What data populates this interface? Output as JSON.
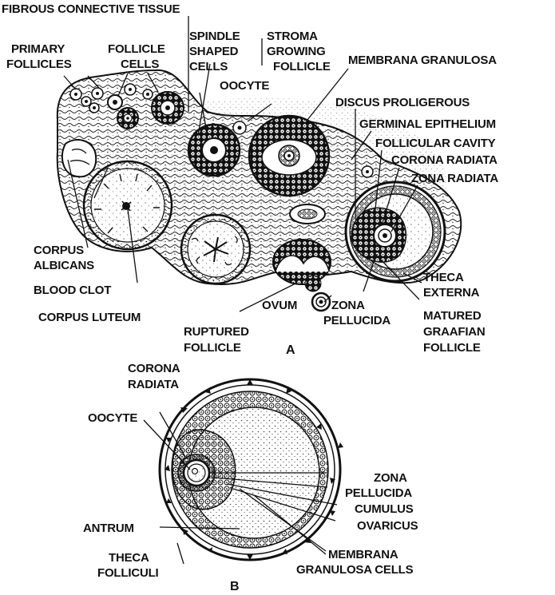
{
  "figure_a": {
    "tag": "A",
    "labels": {
      "fibrous_connective_tissue": "FIBROUS CONNECTIVE TISSUE",
      "primary_follicles": [
        "PRIMARY",
        "FOLLICLES"
      ],
      "follicle_cells": [
        "FOLLICLE",
        "CELLS"
      ],
      "spindle_shaped_cells": [
        "SPINDLE",
        "SHAPED",
        "CELLS"
      ],
      "stroma": "STROMA",
      "growing_follicle": [
        "GROWING",
        "FOLLICLE"
      ],
      "membrana_granulosa": "MEMBRANA GRANULOSA",
      "oocyte": "OOCYTE",
      "discus_proligerous": "DISCUS PROLIGEROUS",
      "germinal_epithelium": "GERMINAL EPITHELIUM",
      "follicular_cavity": "FOLLICULAR CAVITY",
      "corona_radiata": "CORONA RADIATA",
      "zona_radiata": "ZONA RADIATA",
      "corpus_albicans": [
        "CORPUS",
        "ALBICANS"
      ],
      "blood_clot": "BLOOD CLOT",
      "corpus_luteum": "CORPUS LUTEUM",
      "theca_externa": [
        "THECA",
        "EXTERNA"
      ],
      "ovum": "OVUM",
      "zona_pellucida": [
        "ZONA",
        "PELLUCIDA"
      ],
      "matured_graafian_follicle": [
        "MATURED",
        "GRAAFIAN",
        "FOLLICLE"
      ],
      "ruptured_follicle": [
        "RUPTURED",
        "FOLLICLE"
      ]
    }
  },
  "figure_b": {
    "tag": "B",
    "labels": {
      "corona_radiata": [
        "CORONA",
        "RADIATA"
      ],
      "oocyte": "OOCYTE",
      "zona_pellucida": [
        "ZONA",
        "PELLUCIDA"
      ],
      "cumulus_ovaricus": [
        "CUMULUS",
        "OVARICUS"
      ],
      "antrum": "ANTRUM",
      "membrana_granulosa_cells": [
        "MEMBRANA",
        "GRANULOSA CELLS"
      ],
      "theca_folliculi": [
        "THECA",
        "FOLLICULI"
      ]
    }
  }
}
